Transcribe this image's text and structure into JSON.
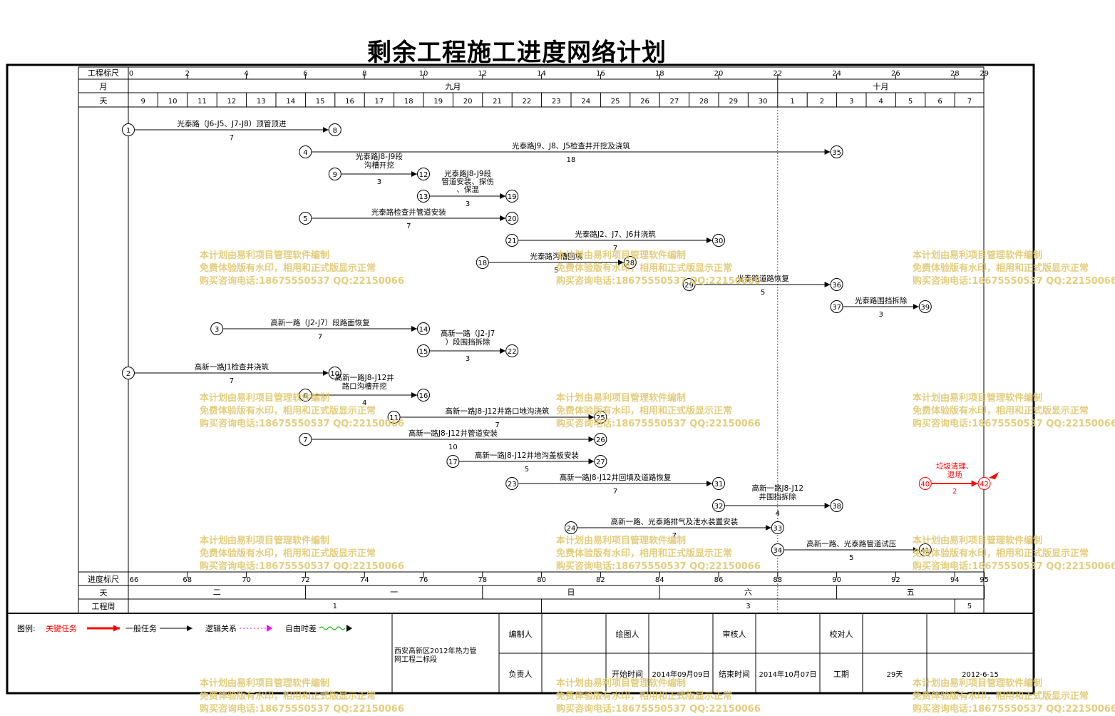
{
  "title": "剩余工程施工进度网络计划",
  "header": {
    "row_labels": {
      "scale": "工程标尺",
      "month": "月",
      "day": "天"
    },
    "scale_ticks": [
      "0",
      "2",
      "4",
      "6",
      "8",
      "10",
      "12",
      "14",
      "16",
      "18",
      "20",
      "22",
      "24",
      "26",
      "28",
      "29"
    ],
    "months": [
      "九月",
      "十月"
    ],
    "days": [
      "9",
      "10",
      "11",
      "12",
      "13",
      "14",
      "15",
      "16",
      "17",
      "18",
      "19",
      "20",
      "21",
      "22",
      "23",
      "24",
      "25",
      "26",
      "27",
      "28",
      "29",
      "30",
      "1",
      "2",
      "3",
      "4",
      "5",
      "6",
      "7"
    ]
  },
  "footer_axis": {
    "row_labels": {
      "progress": "进度标尺",
      "day": "天",
      "week": "工程周"
    },
    "progress_ticks": [
      "66",
      "68",
      "70",
      "72",
      "74",
      "76",
      "78",
      "80",
      "82",
      "84",
      "86",
      "88",
      "90",
      "92",
      "94",
      "95"
    ],
    "weekday_labels": [
      "二",
      "一",
      "日",
      "六",
      "五"
    ],
    "week_numbers": [
      "1",
      "3",
      "5"
    ]
  },
  "tasks": [
    {
      "from": "1",
      "to": "8",
      "name": "光泰路（J6-J5、J7-J8）顶管顶进",
      "duration": "7"
    },
    {
      "from": "4",
      "to": "35",
      "name": "光泰路J9、J8、J5检查井开挖及浇筑",
      "duration": "18"
    },
    {
      "from": "9",
      "to": "12",
      "name": "光泰路J8-J9段沟槽开挖",
      "duration": "3"
    },
    {
      "from": "12",
      "to": "",
      "name": "光泰路J8-J9段管道安装、探伤、保温",
      "duration": ""
    },
    {
      "from": "13",
      "to": "19",
      "name": "",
      "duration": "3"
    },
    {
      "from": "5",
      "to": "20",
      "name": "光泰路检查井管道安装",
      "duration": "7"
    },
    {
      "from": "21",
      "to": "30",
      "name": "光泰路J2、J7、J6井浇筑",
      "duration": "7"
    },
    {
      "from": "18",
      "to": "28",
      "name": "光泰路沟槽回填",
      "duration": "5"
    },
    {
      "from": "29",
      "to": "36",
      "name": "光泰路道路恢复",
      "duration": "5"
    },
    {
      "from": "37",
      "to": "39",
      "name": "光泰路围挡拆除",
      "duration": "3"
    },
    {
      "from": "3",
      "to": "14",
      "name": "高新一路（J2-J7）段路面恢复",
      "duration": "7"
    },
    {
      "from": "15",
      "to": "22",
      "name": "高新一路（J2-J7）段围挡拆除",
      "duration": "3"
    },
    {
      "from": "2",
      "to": "10",
      "name": "高新一路J1检查井浇筑",
      "duration": "7"
    },
    {
      "from": "6",
      "to": "16",
      "name": "高新一路J8-J12井路口沟槽开挖",
      "duration": "4"
    },
    {
      "from": "11",
      "to": "25",
      "name": "高新一路J8-J12井路口地沟浇筑",
      "duration": "7"
    },
    {
      "from": "7",
      "to": "26",
      "name": "高新一路J8-J12井管道安装",
      "duration": "10"
    },
    {
      "from": "17",
      "to": "27",
      "name": "高新一路J8-J12井地沟盖板安装",
      "duration": "5"
    },
    {
      "from": "23",
      "to": "31",
      "name": "高新一路J8-J12井回填及道路恢复",
      "duration": "7"
    },
    {
      "from": "32",
      "to": "38",
      "name": "高新一路J8-J12井围挡拆除",
      "duration": "4"
    },
    {
      "from": "24",
      "to": "33",
      "name": "高新一路、光泰路排气及泄水装置安装",
      "duration": "7"
    },
    {
      "from": "34",
      "to": "41",
      "name": "高新一路、光泰路管道试压",
      "duration": "5"
    },
    {
      "from": "40",
      "to": "42",
      "name": "垃圾清理、退场",
      "duration": "2",
      "critical": true
    }
  ],
  "legend": {
    "label": "图例:",
    "items": [
      {
        "name": "关键任务",
        "color": "#ff0000"
      },
      {
        "name": "一般任务",
        "color": "#000000"
      },
      {
        "name": "逻辑关系",
        "color": "#ff00ff"
      },
      {
        "name": "自由时差",
        "color": "#00aa00"
      }
    ]
  },
  "info": {
    "project": "西安高新区2012年热力管网工程二标段",
    "editor": "编制人",
    "drafter": "绘图人",
    "reviewer": "审核人",
    "checker": "校对人",
    "owner": "负责人",
    "start_label": "开始时间",
    "start": "2014年09月09日",
    "end_label": "结束时间",
    "end": "2014年10月07日",
    "duration_label": "工期",
    "duration": "29天",
    "date": "2012-6-15"
  },
  "watermark": [
    "本计划由易利项目管理软件编制",
    "免费体验版有水印，相用和正式版显示正常",
    "购买咨询电话:18675550537 QQ:22150066"
  ]
}
